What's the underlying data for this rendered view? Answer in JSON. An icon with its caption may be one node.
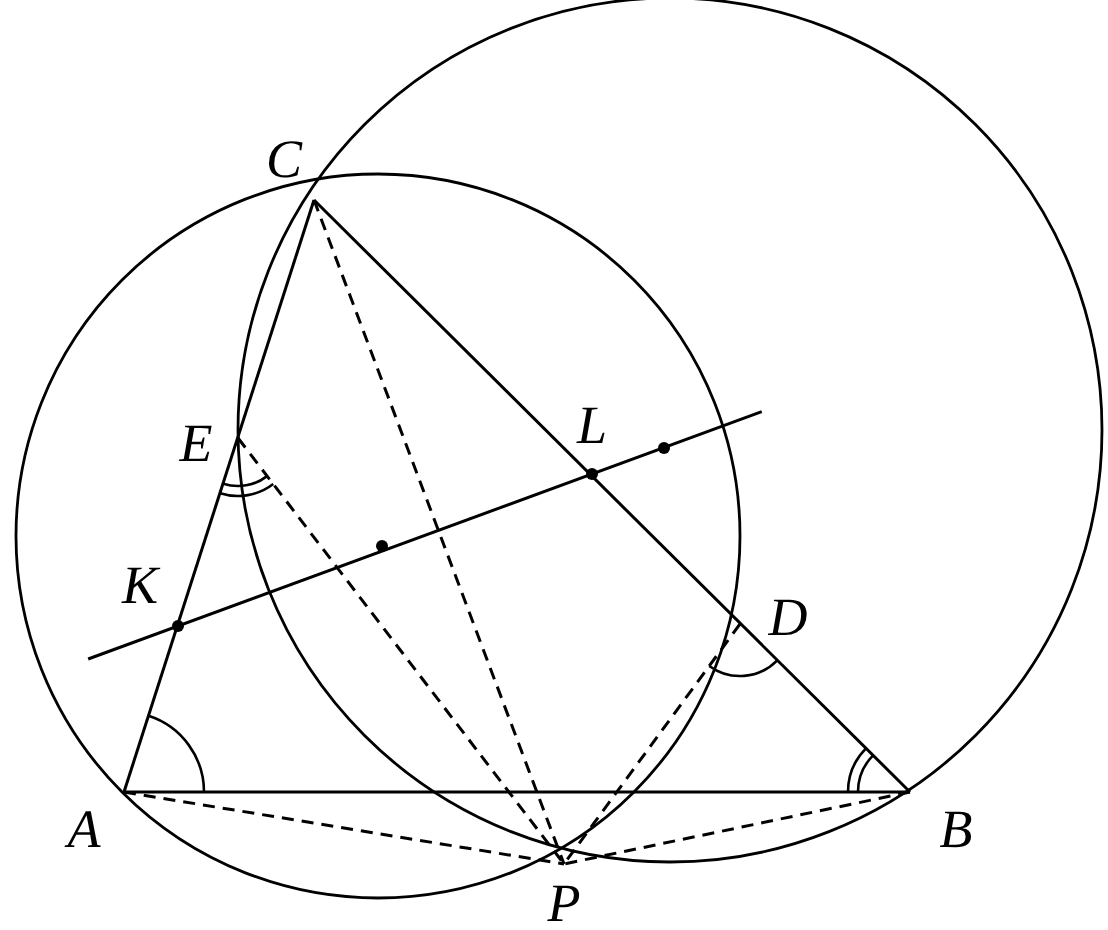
{
  "diagram": {
    "nodes": [
      {
        "text": [
          "C"
        ]
      },
      {
        "text": [
          "E"
        ]
      },
      {
        "text": [
          "L"
        ]
      },
      {
        "text": [
          "K"
        ]
      },
      {
        "text": [
          "D"
        ]
      },
      {
        "text": [
          "A"
        ]
      },
      {
        "text": [
          "B"
        ]
      },
      {
        "text": [
          "P"
        ]
      }
    ],
    "edges": [
      {
        "from": 5,
        "to": 6,
        "arrow": "none"
      },
      {
        "from": 5,
        "to": 0,
        "arrow": "none"
      },
      {
        "from": 0,
        "to": 6,
        "arrow": "none"
      },
      {
        "from": 0,
        "to": 7,
        "arrow": "none",
        "style": "dashed"
      },
      {
        "from": 1,
        "to": 7,
        "arrow": "none",
        "style": "dashed"
      },
      {
        "from": 4,
        "to": 7,
        "arrow": "none",
        "style": "dashed"
      },
      {
        "from": 5,
        "to": 7,
        "arrow": "none",
        "style": "dashed"
      },
      {
        "from": 6,
        "to": 7,
        "arrow": "none",
        "style": "dashed"
      },
      {
        "from": 3,
        "to": 2,
        "arrow": "none"
      }
    ]
  }
}
